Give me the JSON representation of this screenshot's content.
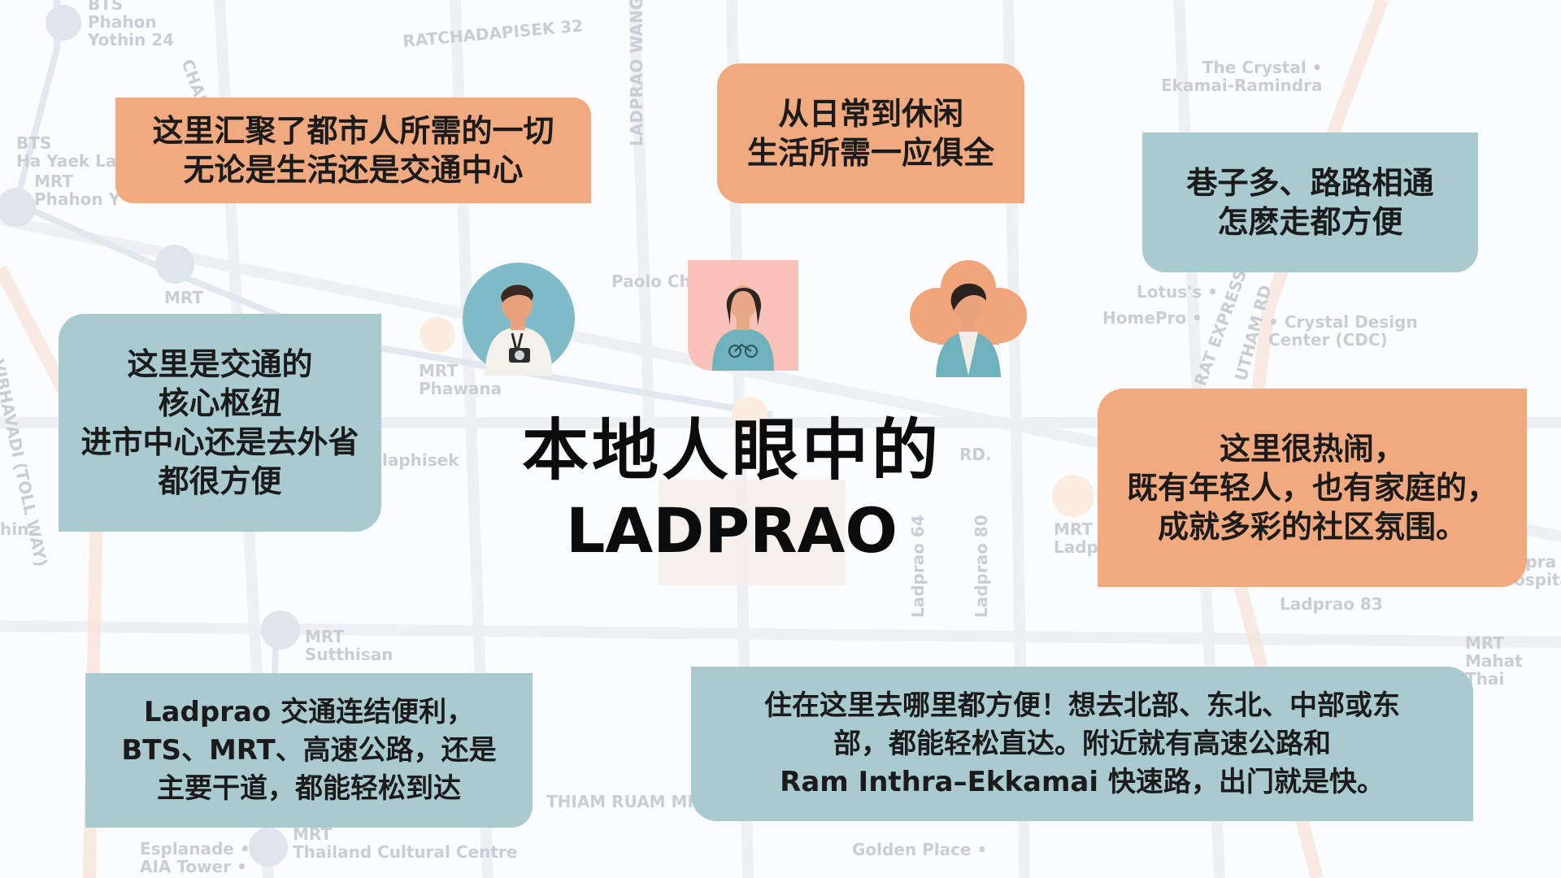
{
  "title": {
    "line1": "本地人眼中的",
    "line2": "LADPRAO"
  },
  "cards": {
    "top_left": "这里汇聚了都市人所需的一切\n无论是生活还是交通中心",
    "top_center": "从日常到休闲\n生活所需一应俱全",
    "top_right": "巷子多、路路相通\n怎麽走都方便",
    "mid_left": "这里是交通的\n核心枢纽\n进市中心还是去外省\n都很方便",
    "mid_right": "这里很热闹，\n既有年轻人，也有家庭的，\n成就多彩的社区氛围。",
    "bottom_left": "Ladprao 交通连结便利，\nBTS、MRT、高速公路，还是\n主要干道，都能轻松到达",
    "bottom_right": "住在这里去哪里都方便！想去北部、东北、中部或东\n部，都能轻松直达。附近就有高速公路和\nRam Inthra–Ekkamai 快速路，出门就是快。"
  },
  "map_labels": {
    "bts_phahon": "BTS\nPhahon\nYothin 24",
    "ratchadapisek32": "RATCHADAPISEK 32",
    "chadapisek": "CHADAPISE",
    "ladprao_wang": "LADPRAO WANG",
    "bts_ha_yaek": "BTS\nHa Yaek Lat",
    "mrt_phahon": "MRT\nPhahon Y",
    "crystal_ekamai": "The Crystal •\nEkamai-Ramindra",
    "paolo": "Paolo Ch",
    "mrt_ladprao": "MRT",
    "lotus": "Lotus's •",
    "homepro": "HomePro •",
    "crystal_design": "• Crystal Design\nCenter (CDC)",
    "mrt_phawana": "MRT\nPhawana",
    "laphisek": "laphisek",
    "vibhavadi": "VIBHAVADI (TOLL WAY)",
    "chin": "hin",
    "mrt_ladp": "MRT\nLadp",
    "ladprao83": "Ladprao 83",
    "ladprao64": "Ladprao 64",
    "ladprao80": "Ladprao 80",
    "rd": "RD.",
    "mrt_sutthisan": "MRT\nSutthisan",
    "mrt_mahat_thai": "MRT\nMahat Thai",
    "thiam_ruam": "THIAM RUAM MIT",
    "mrt_thailand_cultural": "MRT\nThailand Cultural Centre",
    "esplanade": "Esplanade •\nAIA Tower •",
    "golden_place": "Golden Place •",
    "ladpra_hospital": "dpra\nospita",
    "express": "RAT EXPRESS",
    "uthamrd": "UTHAM RD"
  },
  "colors": {
    "orange": "#f1aa7f",
    "blue": "#a9cbd0",
    "title": "#0c0c0c"
  },
  "avatars": [
    "man-with-camera-icon",
    "woman-with-bicycle-sweater-icon",
    "person-with-scarf-icon"
  ]
}
